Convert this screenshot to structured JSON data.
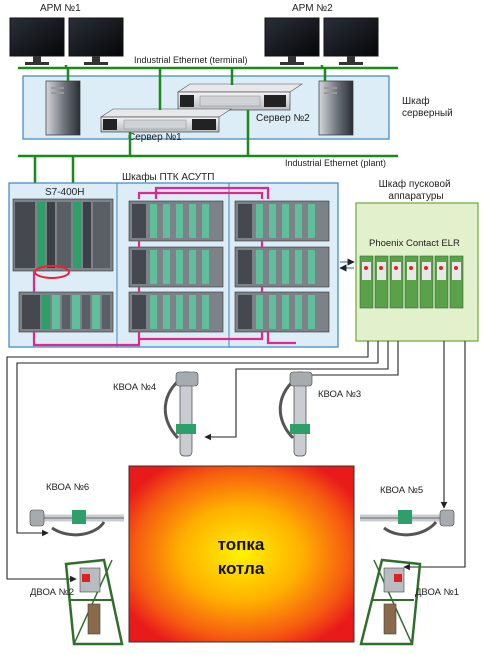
{
  "workstations": {
    "arm1_label": "АРМ №1",
    "arm2_label": "АРМ №2"
  },
  "networks": {
    "terminal_label": "Industrial Ethernet (terminal)",
    "plant_label": "Industrial Ethernet (plant)"
  },
  "server_cabinet": {
    "label": "Шкаф серверный",
    "server1_label": "Сервер №1",
    "server2_label": "Сервер №2"
  },
  "control_cabinets": {
    "plc_label": "S7-400H",
    "ptk_label": "Шкафы ПТК АСУТП"
  },
  "starter_cabinet": {
    "label": "Шкаф пусковой аппаратуры",
    "device_label": "Phoenix Contact ELR"
  },
  "blowers": {
    "kvoa4": "КВОА №4",
    "kvoa3": "КВОА №3",
    "kvoa6": "КВОА №6",
    "kvoa5": "КВОА №5",
    "dvoa2": "ДВОА №2",
    "dvoa1": "ДВОА №1"
  },
  "furnace": {
    "label": "топка котла"
  },
  "colors": {
    "network_line": "#1a8a1a",
    "cabinet_fill": "#dcedf7",
    "cabinet_border": "#3a86c0",
    "signal_cable": "#e0288a",
    "starter_fill": "#e3f0cc",
    "furnace_hot": "#ffee00",
    "furnace_outer": "#ee1b1b"
  }
}
